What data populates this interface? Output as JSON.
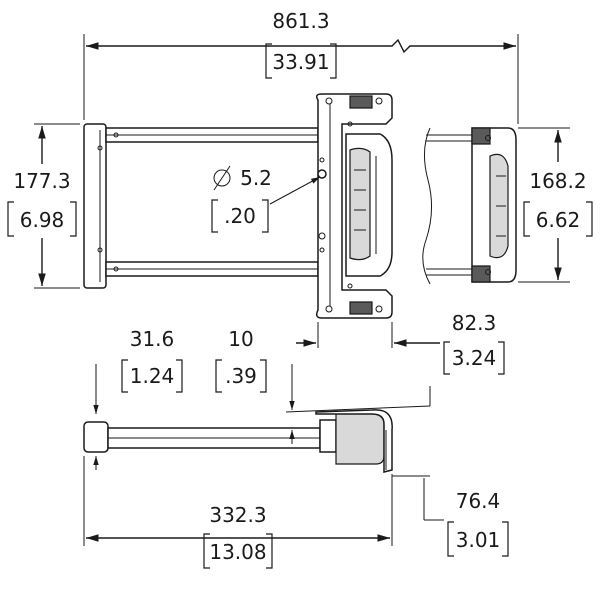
{
  "dimensions": {
    "overall_length": {
      "metric": "861.3",
      "imperial": "33.91"
    },
    "frame_height": {
      "metric": "177.3",
      "imperial": "6.98"
    },
    "hole_diameter": {
      "symbol": "∅",
      "metric": "5.2",
      "imperial": ".20"
    },
    "handle_height": {
      "metric": "168.2",
      "imperial": "6.62"
    },
    "handle_depth": {
      "metric": "82.3",
      "imperial": "3.24"
    },
    "endcap_height": {
      "metric": "31.6",
      "imperial": "1.24"
    },
    "tube_offset": {
      "metric": "10",
      "imperial": ".39"
    },
    "side_length": {
      "metric": "332.3",
      "imperial": "13.08"
    },
    "housing_height": {
      "metric": "76.4",
      "imperial": "3.01"
    }
  }
}
